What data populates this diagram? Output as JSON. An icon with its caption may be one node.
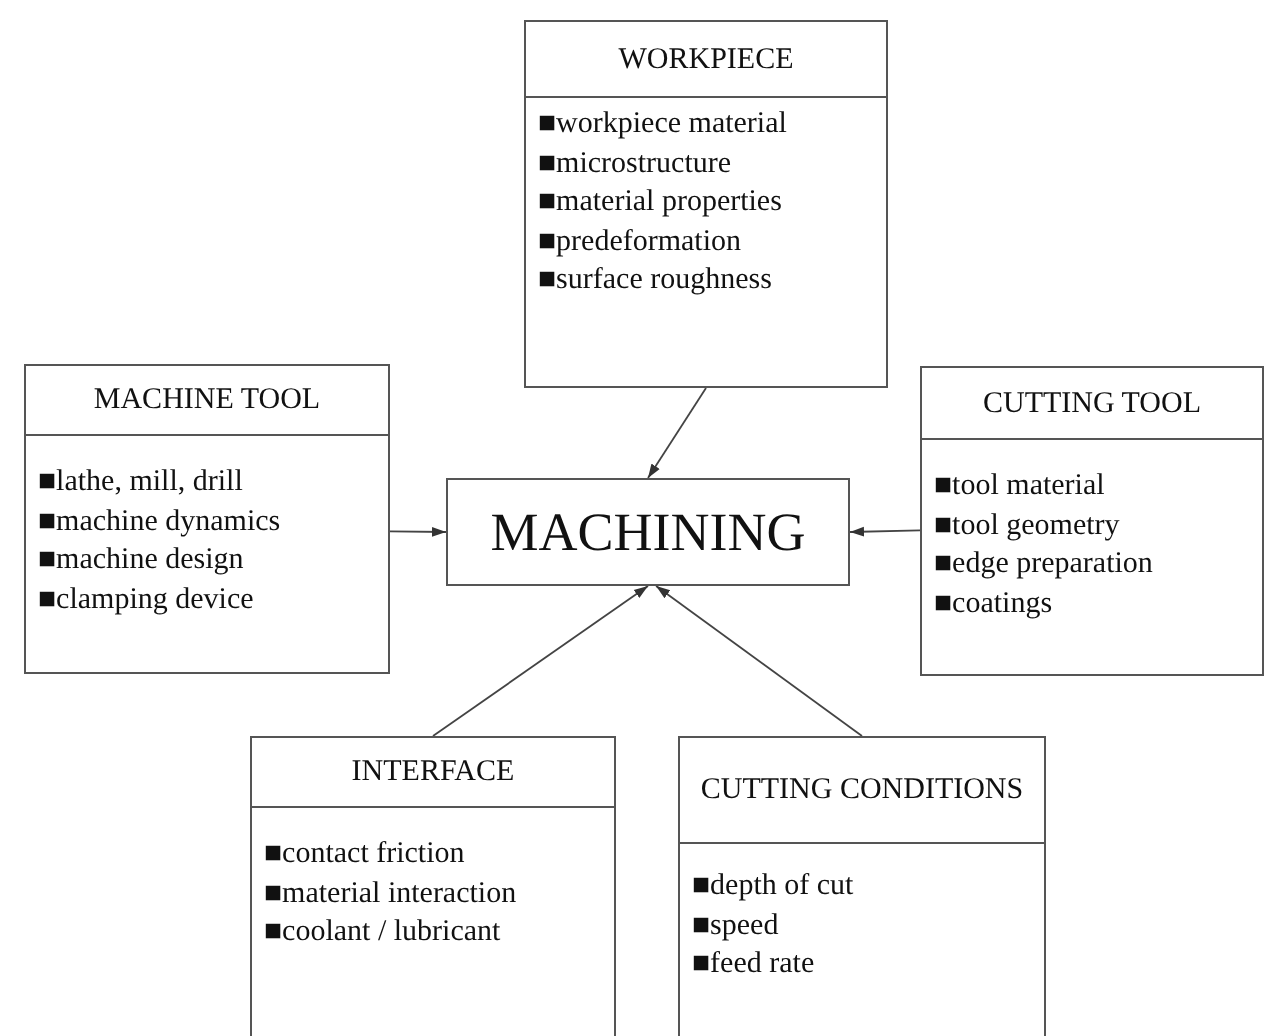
{
  "diagram": {
    "nodes": [
      {
        "text": [
          "WORKPIECE",
          "■workpiece material",
          "■microstructure",
          "■material properties",
          "■predeformation",
          "■surface roughness"
        ]
      },
      {
        "text": [
          "MACHINE TOOL",
          "■lathe, mill, drill",
          "■machine dynamics",
          "■machine design",
          "■clamping device"
        ]
      },
      {
        "text": [
          "MACHINING"
        ]
      },
      {
        "text": [
          "CUTTING TOOL",
          "■tool material",
          "■tool geometry",
          "■edge preparation",
          "■coatings"
        ]
      },
      {
        "text": [
          "INTERFACE",
          "■contact friction",
          "■material interaction",
          "■coolant / lubricant"
        ]
      },
      {
        "text": [
          "CUTTING CONDITIONS",
          "■depth of cut",
          "■speed",
          "■feed rate"
        ]
      }
    ],
    "edges": [
      {
        "from": 0,
        "to": 2,
        "arrow": "to"
      },
      {
        "from": 1,
        "to": 2,
        "arrow": "to"
      },
      {
        "from": 3,
        "to": 2,
        "arrow": "to"
      },
      {
        "from": 4,
        "to": 2,
        "arrow": "to"
      },
      {
        "from": 5,
        "to": 2,
        "arrow": "to"
      }
    ]
  }
}
